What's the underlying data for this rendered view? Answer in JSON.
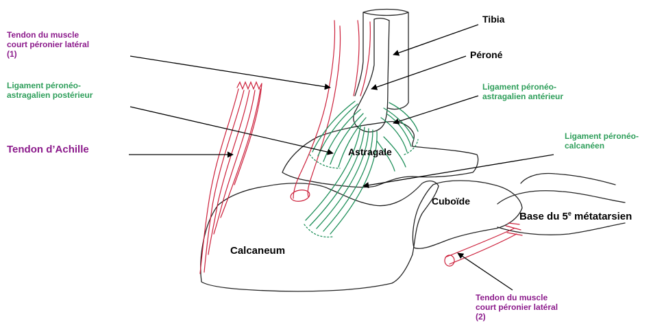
{
  "labels": {
    "tibia": "Tibia",
    "perone": "Péroné",
    "astragale": "Astragale",
    "calcaneum": "Calcaneum",
    "cuboide": "Cuboïde",
    "base_5": {
      "prefix": "Base du 5",
      "sup": "e",
      "suffix": " métatarsien"
    },
    "tendon_achille": "Tendon d’Achille",
    "tendon_court_1": [
      "Tendon du muscle",
      "court péronier latéral",
      "(1)"
    ],
    "tendon_court_2": [
      "Tendon du muscle",
      "court péronier latéral",
      "(2)"
    ],
    "lig_post": [
      "Ligament péronéo-",
      "astragalien postérieur"
    ],
    "lig_ant": [
      "Ligament péronéo-",
      "astragalien antérieur"
    ],
    "lig_calc": [
      "Ligament péronéo-",
      "calcanéen"
    ]
  },
  "colors": {
    "tendon": "#cc1f3a",
    "ligament": "#1f8f5a",
    "bone": "#222222",
    "label_purple": "#8b1a8b",
    "label_green": "#2e9e5a"
  }
}
